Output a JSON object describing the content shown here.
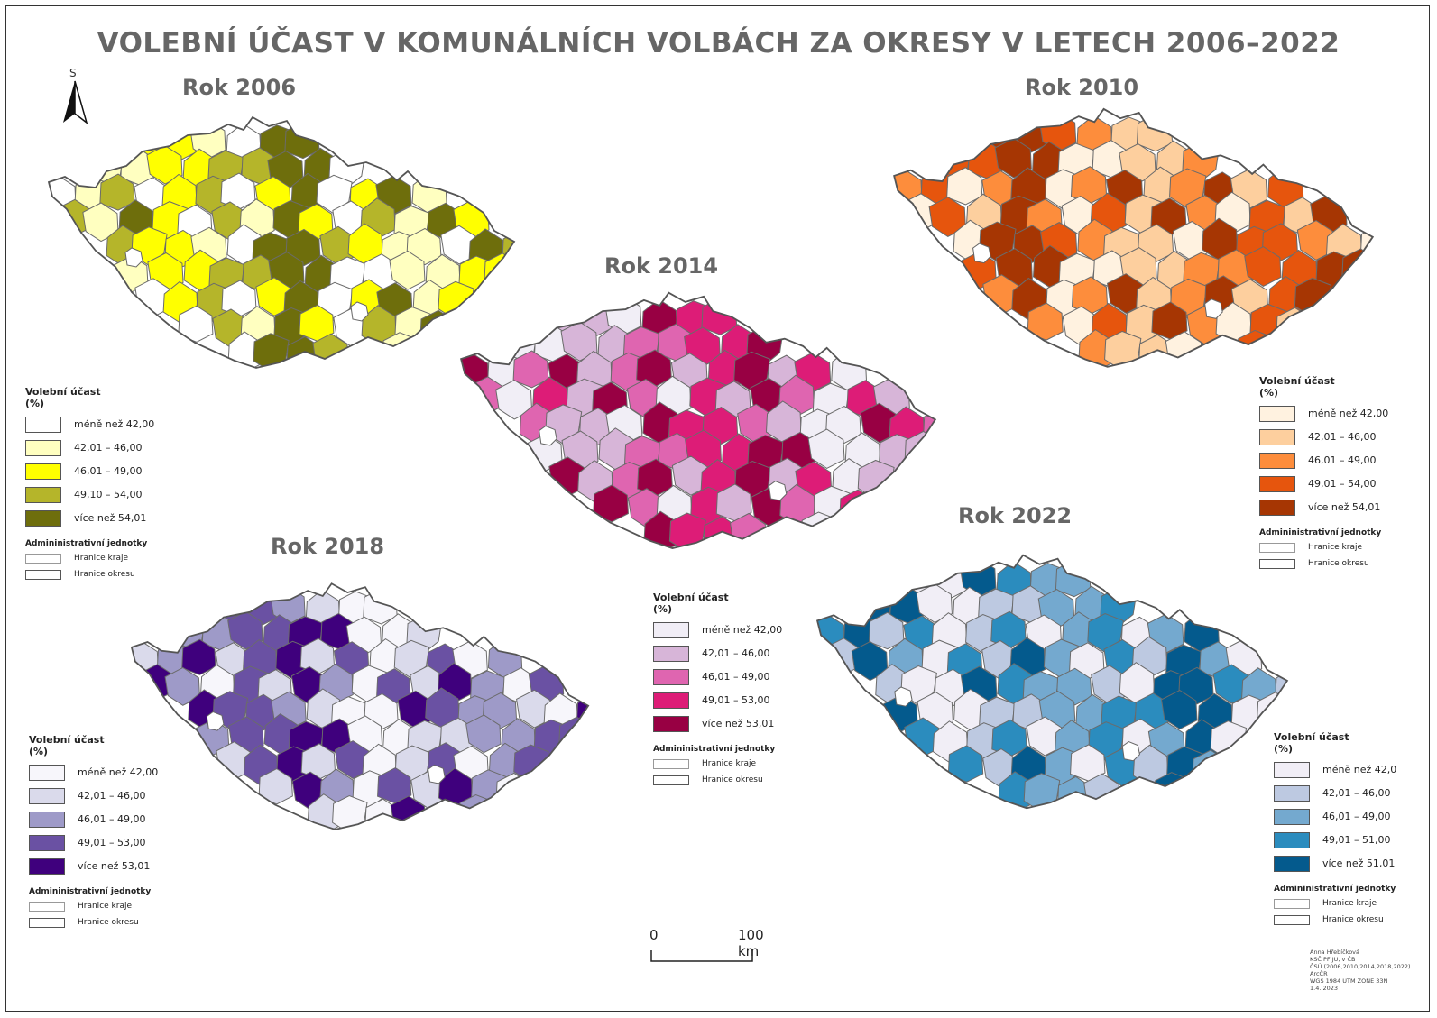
{
  "title": "VOLEBNÍ ÚČAST V KOMUNÁLNÍCH VOLBÁCH  ZA OKRESY V LETECH 2006–2022",
  "north_arrow": {
    "label": "S"
  },
  "scale_bar": {
    "start": "0",
    "end": "100 km"
  },
  "credits": [
    "Anna Hřebíčková",
    "KSČ PF JU, v ČB",
    "ČSÚ (2006,2010,2014,2018,2022)",
    "ArcČR",
    "WGS 1984 UTM ZONE 33N",
    "1.4. 2023"
  ],
  "admin_legend": {
    "title": "Admininistrativní jednotky",
    "kraj": "Hranice kraje",
    "okres": "Hranice okresu"
  },
  "maps": [
    {
      "id": "2006",
      "year_title": "Rok 2006",
      "legend_title": "Volební účast",
      "legend_unit": "(%)",
      "classes": [
        {
          "label": "méně než 42,00",
          "color": "#ffffff"
        },
        {
          "label": "42,01 – 46,00",
          "color": "#ffffc0"
        },
        {
          "label": "46,01 – 49,00",
          "color": "#ffff00"
        },
        {
          "label": "49,10 – 54,00",
          "color": "#b5b52a"
        },
        {
          "label": "více než 54,01",
          "color": "#6e6e0c"
        }
      ]
    },
    {
      "id": "2010",
      "year_title": "Rok 2010",
      "legend_title": "Volební účast",
      "legend_unit": "(%)",
      "classes": [
        {
          "label": "méně než 42,00",
          "color": "#fff2e0"
        },
        {
          "label": "42,01 – 46,00",
          "color": "#fdcf9e"
        },
        {
          "label": "46,01 – 49,00",
          "color": "#fd8d3c"
        },
        {
          "label": "49,01 – 54,00",
          "color": "#e6550d"
        },
        {
          "label": "více než 54,01",
          "color": "#a63603"
        }
      ]
    },
    {
      "id": "2014",
      "year_title": "Rok 2014",
      "legend_title": "Volební účast",
      "legend_unit": "(%)",
      "classes": [
        {
          "label": "méně než 42,00",
          "color": "#f1eef6"
        },
        {
          "label": "42,01 – 46,00",
          "color": "#d7b5d8"
        },
        {
          "label": "46,01 – 49,00",
          "color": "#df65b0"
        },
        {
          "label": "49,01 – 53,00",
          "color": "#dd1c77"
        },
        {
          "label": "více než 53,01",
          "color": "#980043"
        }
      ]
    },
    {
      "id": "2018",
      "year_title": "Rok 2018",
      "legend_title": "Volební účast",
      "legend_unit": "(%)",
      "classes": [
        {
          "label": "méně než 42,00",
          "color": "#f7f6fb"
        },
        {
          "label": "42,01 – 46,00",
          "color": "#dadaeb"
        },
        {
          "label": "46,01 – 49,00",
          "color": "#9e9ac8"
        },
        {
          "label": "49,01 – 53,00",
          "color": "#6a51a3"
        },
        {
          "label": "více než 53,01",
          "color": "#3f007d"
        }
      ]
    },
    {
      "id": "2022",
      "year_title": "Rok 2022",
      "legend_title": "Volební účast",
      "legend_unit": "(%)",
      "classes": [
        {
          "label": "méně než 42,0",
          "color": "#f1eef6"
        },
        {
          "label": "42,01 – 46,00",
          "color": "#bdc9e1"
        },
        {
          "label": "46,01 – 49,00",
          "color": "#74a9cf"
        },
        {
          "label": "49,01 – 51,00",
          "color": "#2b8cbe"
        },
        {
          "label": "více než 51,01",
          "color": "#045a8d"
        }
      ]
    }
  ]
}
